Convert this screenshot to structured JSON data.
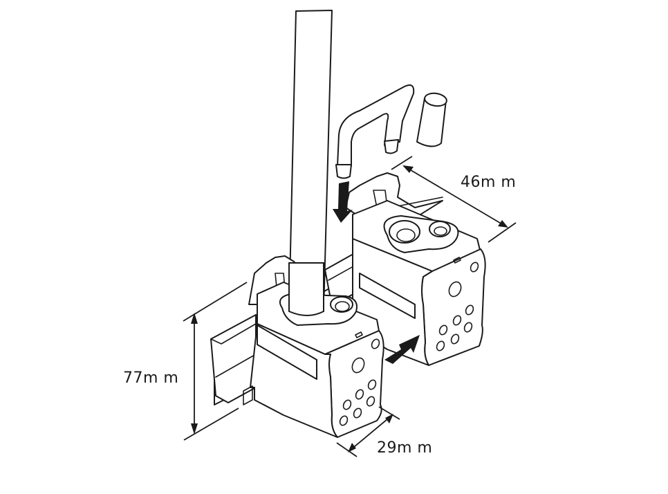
{
  "diagram": {
    "subject": "DIN-rail distribution terminal blocks with conductor tube and jumper",
    "dimensions": {
      "depth": {
        "label": "46m m",
        "value_mm": 46
      },
      "height": {
        "label": "77m m",
        "value_mm": 77
      },
      "width": {
        "label": "29m m",
        "value_mm": 29
      }
    },
    "parts": [
      "vertical-conductor-tube",
      "u-jumper-bridge",
      "insulating-cap",
      "terminal-block-front",
      "terminal-block-rear",
      "din-rail"
    ],
    "arrows": [
      {
        "name": "insert-jumper-arrow",
        "direction": "down"
      },
      {
        "name": "slide-block-arrow",
        "direction": "up-right"
      }
    ],
    "colors": {
      "line": "#1a1a1a",
      "background": "#ffffff"
    }
  }
}
